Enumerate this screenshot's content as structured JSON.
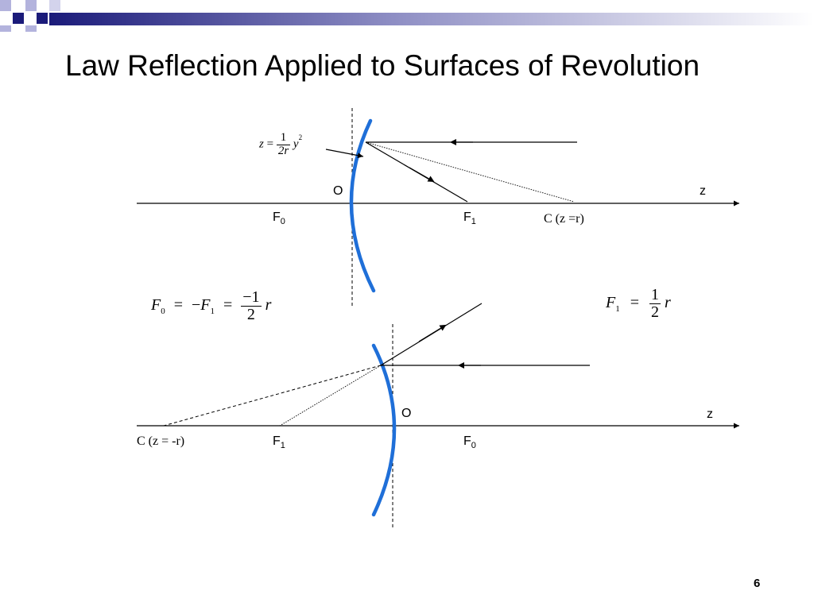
{
  "slide": {
    "title": "Law Reflection Applied to Surfaces of Revolution",
    "page_number": "6"
  },
  "colors": {
    "mirror": "#1f6fd8",
    "header_bar_dark": "#1b1b7a",
    "header_square_light": "#b3b3dd"
  },
  "top_diagram": {
    "origin_label": "O",
    "axis_label": "z",
    "f0": {
      "main": "F",
      "sub": "0"
    },
    "f1": {
      "main": "F",
      "sub": "1"
    },
    "center_label": "C (z =r)",
    "surface_eq": {
      "lhs": "z",
      "equals": "=",
      "num": "1",
      "den": "2r",
      "var": "y",
      "exp": "2"
    }
  },
  "equation_left": {
    "f0": "F",
    "f0_sub": "0",
    "eq1": "=",
    "minus": "−",
    "f1": "F",
    "f1_sub": "1",
    "eq2": "=",
    "num": "−1",
    "den": "2",
    "var": "r"
  },
  "equation_right": {
    "f1": "F",
    "f1_sub": "1",
    "eq": "=",
    "num": "1",
    "den": "2",
    "var": "r"
  },
  "bottom_diagram": {
    "origin_label": "O",
    "axis_label": "z",
    "center_label": "C (z = -r)",
    "f1": {
      "main": "F",
      "sub": "1"
    },
    "f0": {
      "main": "F",
      "sub": "0"
    }
  }
}
